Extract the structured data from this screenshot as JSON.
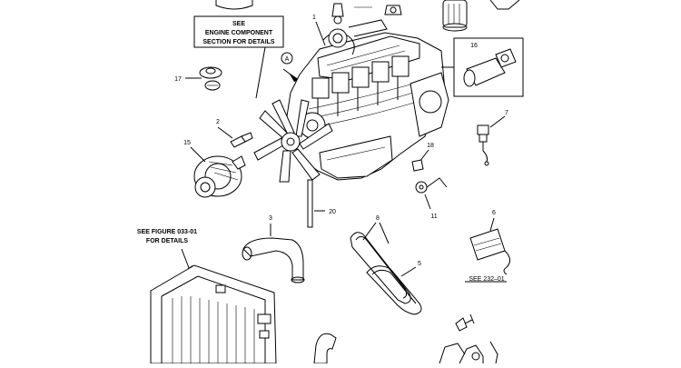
{
  "notes": {
    "engine_see": "SEE",
    "engine_line1": "ENGINE COMPONENT",
    "engine_line2": "SECTION FOR DETAILS",
    "figure_line1": "SEE FIGURE 033-01",
    "figure_line2": "FOR DETAILS",
    "see_ref": "SEE 232–01"
  },
  "callouts": {
    "c1": "1",
    "c2": "2",
    "c3": "3",
    "c5": "5",
    "c6": "6",
    "c7": "7",
    "c8": "8",
    "c11": "11",
    "c15": "15",
    "c16": "16",
    "c17": "17",
    "c18": "18",
    "c20": "20",
    "view_a": "A"
  }
}
